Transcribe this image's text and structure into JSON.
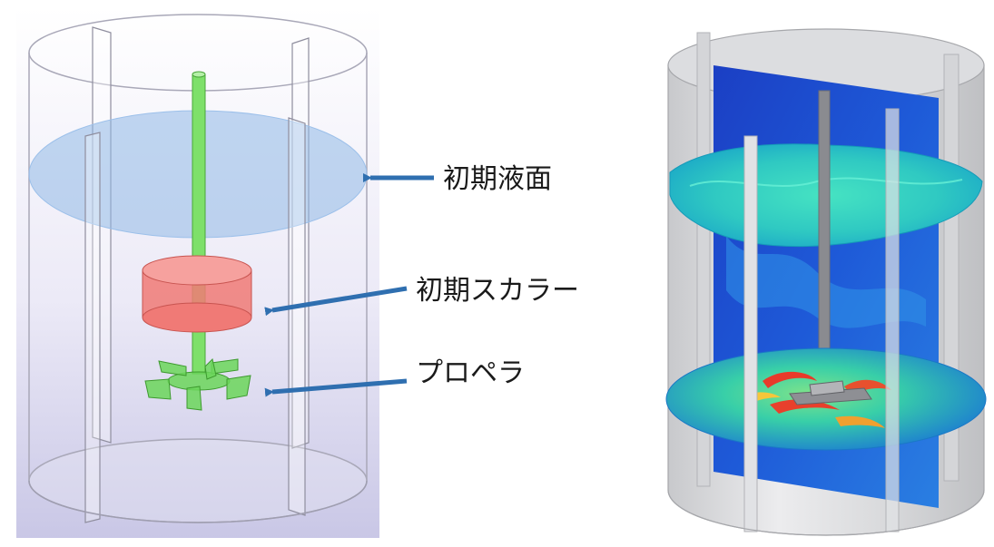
{
  "labels": {
    "initial_liquid_surface": "初期液面",
    "initial_scalar": "初期スカラー",
    "propeller": "プロペラ"
  },
  "colors": {
    "arrow": "#2f6fb0",
    "liquid_surface": "#8fb8e6",
    "scalar_region": "#f07a76",
    "shaft_propeller": "#6bd65a",
    "tank_wall": "#b9b9c6",
    "simulation_slice": "#1f4fd0"
  }
}
